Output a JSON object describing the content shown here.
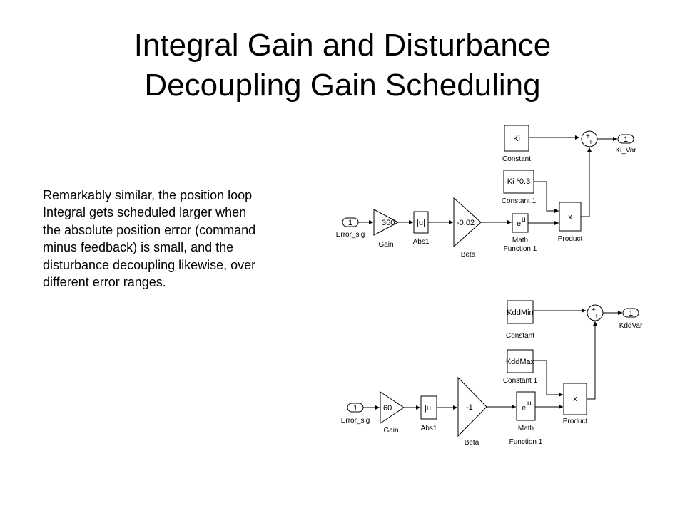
{
  "slide": {
    "title_line1": "Integral Gain and Disturbance",
    "title_line2": "Decoupling Gain Scheduling",
    "body": "Remarkably similar, the position loop Integral gets scheduled larger when the absolute position error (command minus feedback) is small, and the disturbance decoupling likewise, over different error ranges."
  },
  "diagram_top": {
    "inport": {
      "num": "1",
      "label": "Error_sig"
    },
    "gain": {
      "value": "360",
      "label": "Gain"
    },
    "abs": {
      "value": "|u|",
      "label": "Abs1"
    },
    "beta": {
      "value": "-0.02",
      "label": "Beta"
    },
    "math": {
      "value": "e",
      "sup": "u",
      "label1": "Math",
      "label2": "Function 1"
    },
    "constant": {
      "value": "Ki",
      "label": "Constant"
    },
    "constant1": {
      "value": "Ki *0.3",
      "label": "Constant 1"
    },
    "product": {
      "value": "x",
      "label": "Product"
    },
    "sum": {
      "plus1": "+",
      "plus2": "+"
    },
    "outport": {
      "num": "1",
      "label": "Ki_Var"
    }
  },
  "diagram_bottom": {
    "inport": {
      "num": "1",
      "label": "Error_sig"
    },
    "gain": {
      "value": "60",
      "label": "Gain"
    },
    "abs": {
      "value": "|u|",
      "label": "Abs1"
    },
    "beta": {
      "value": "-1",
      "label": "Beta"
    },
    "math": {
      "value": "e",
      "sup": "u",
      "label1": "Math",
      "label2": "Function 1"
    },
    "constant": {
      "value": "KddMin",
      "label": "Constant"
    },
    "constant1": {
      "value": "KddMax",
      "label": "Constant 1"
    },
    "product": {
      "value": "x",
      "label": "Product"
    },
    "sum": {
      "plus1": "+",
      "plus2": "+"
    },
    "outport": {
      "num": "1",
      "label": "KddVar"
    }
  }
}
